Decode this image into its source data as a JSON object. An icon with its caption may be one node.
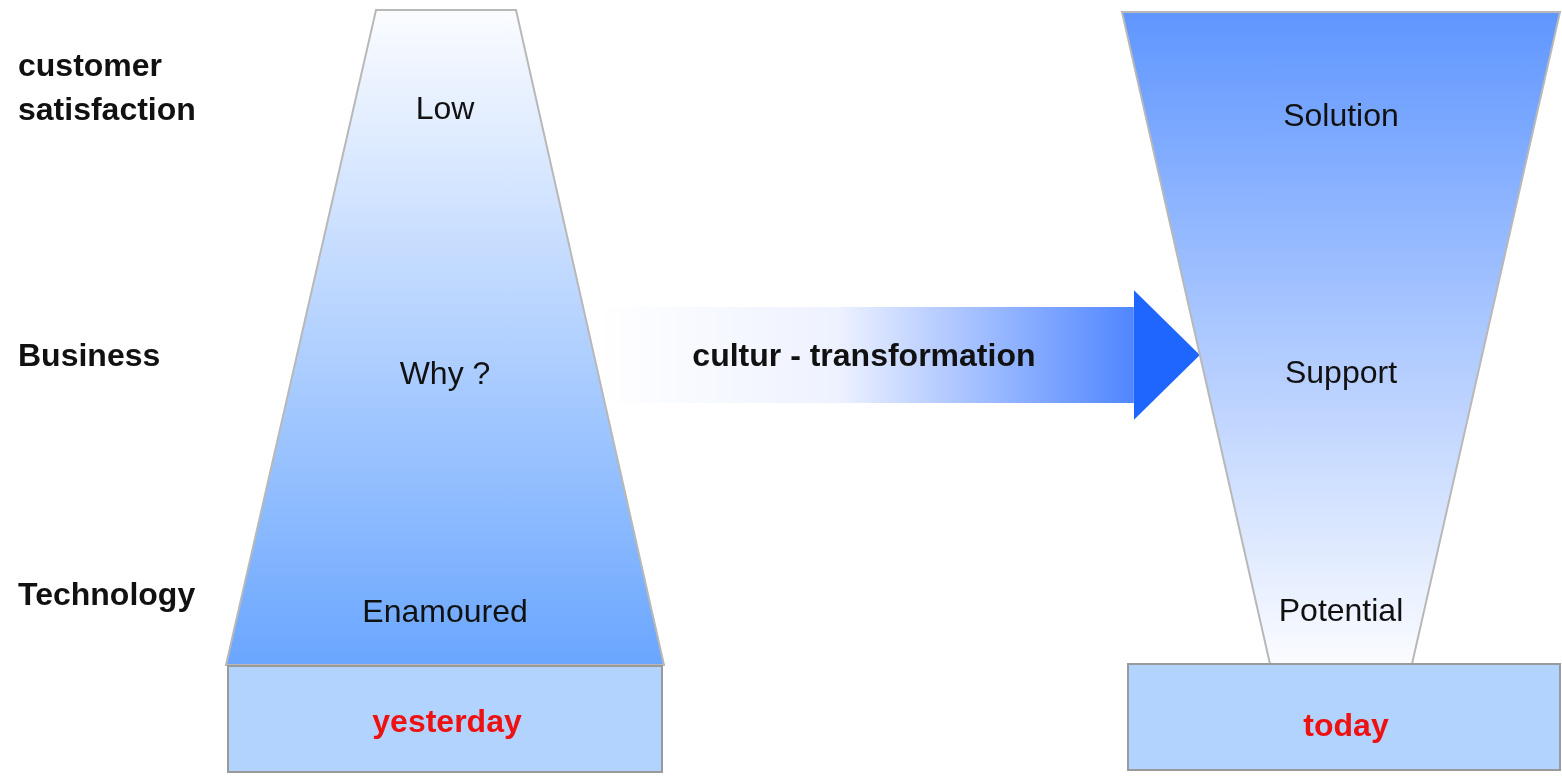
{
  "diagram": {
    "nodes": [
      {
        "text": [
          "Low",
          "Why ?",
          "Enamoured"
        ]
      },
      {
        "text": [
          "yesterday"
        ]
      },
      {
        "text": [
          "Solution",
          "Support",
          "Potential"
        ]
      },
      {
        "text": [
          "today"
        ]
      }
    ],
    "edges": [
      {
        "from": 0,
        "to": 2,
        "arrow": "to",
        "label": "cultur - transformation"
      }
    ],
    "labels": [
      "customer satisfaction",
      "Business",
      "Technology"
    ]
  }
}
